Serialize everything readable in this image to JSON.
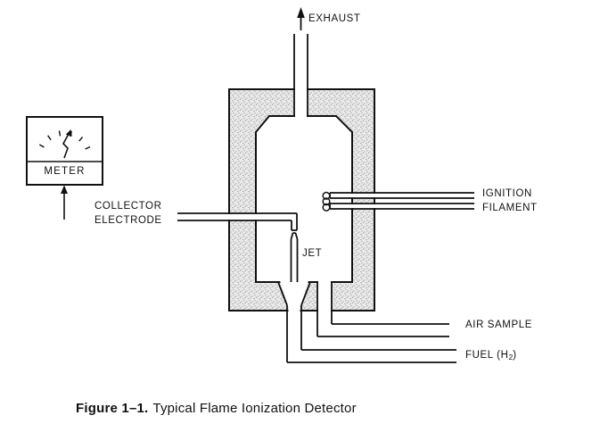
{
  "diagram": {
    "exhaust_label": "EXHAUST",
    "meter_label": "METER",
    "collector_electrode": {
      "line1": "COLLECTOR",
      "line2": "ELECTRODE"
    },
    "ignition_filament": {
      "line1": "IGNITION",
      "line2": "FILAMENT"
    },
    "jet_label": "JET",
    "air_sample_label": "AIR SAMPLE",
    "fuel_label": {
      "prefix": "FUEL (H",
      "subscript": "2",
      "suffix": ")"
    }
  },
  "caption": {
    "figure_label": "Figure 1–1.",
    "title": "Typical Flame Ionization Detector"
  },
  "colors": {
    "line": "#111111",
    "housing_fill": "#eaeaea",
    "housing_speckle": "#8f8f8f",
    "background": "#ffffff"
  }
}
